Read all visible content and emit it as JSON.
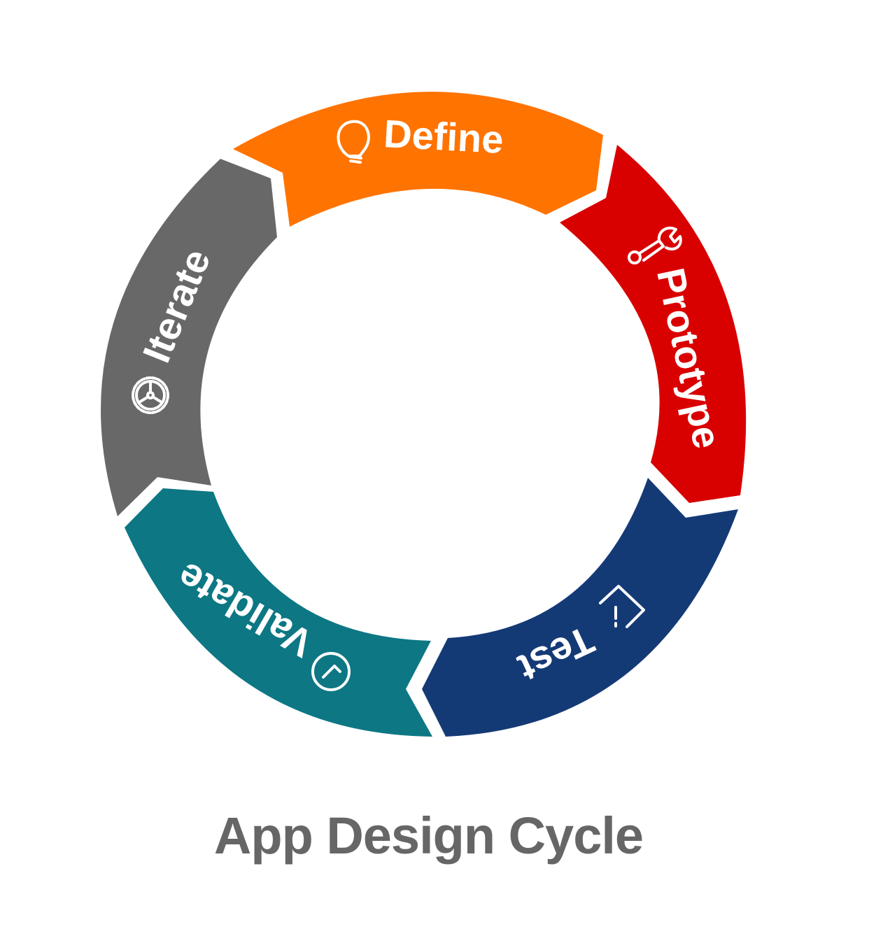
{
  "diagram": {
    "title": "App Design Cycle",
    "stages": [
      {
        "label": "Define",
        "color": "#ff7300",
        "icon": "lightbulb-icon"
      },
      {
        "label": "Prototype",
        "color": "#d90000",
        "icon": "wrench-icon"
      },
      {
        "label": "Test",
        "color": "#143a76",
        "icon": "edit-square-icon"
      },
      {
        "label": "Validate",
        "color": "#0d7784",
        "icon": "check-circle-icon"
      },
      {
        "label": "Iterate",
        "color": "#686868",
        "icon": "gear-icon"
      }
    ]
  }
}
